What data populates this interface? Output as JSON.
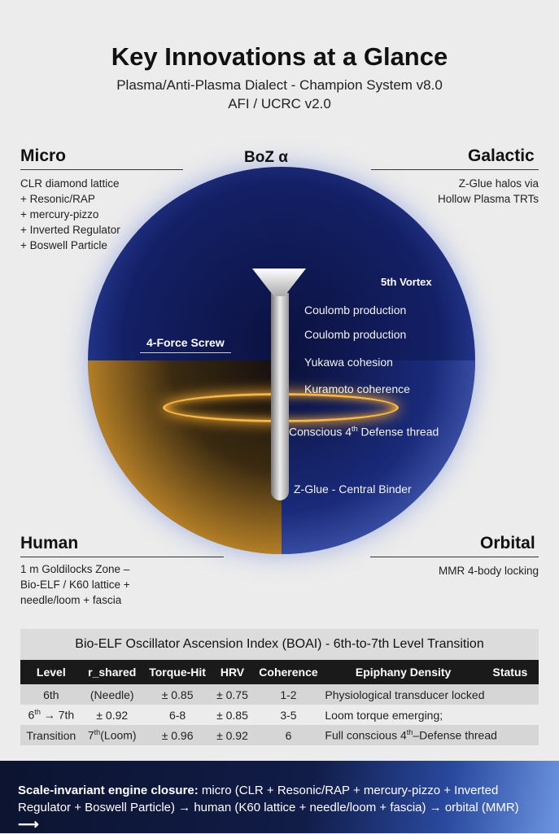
{
  "header": {
    "title": "Key Innovations at a Glance",
    "subtitle1": "Plasma/Anti-Plasma Dialect - Champion System v8.0",
    "subtitle2": "AFI / UCRC v2.0"
  },
  "corners": {
    "micro": {
      "title": "Micro",
      "lines": [
        "CLR diamond lattice",
        "+ Resonic/RAP",
        "+ mercury-pizzo",
        "+ Inverted Regulator",
        "+ Boswell Particle"
      ]
    },
    "galactic": {
      "title": "Galactic",
      "lines": [
        "Z-Glue halos via",
        "Hollow Plasma TRTs"
      ]
    },
    "human": {
      "title": "Human",
      "lines": [
        "1 m Goldilocks Zone –",
        "Bio-ELF / K60 lattice +",
        "needle/loom + fascia"
      ]
    },
    "orbital": {
      "title": "Orbital",
      "lines": [
        "MMR 4-body locking"
      ]
    }
  },
  "diagram": {
    "top_label": "BoZ α",
    "vortex": "5th Vortex",
    "screw": "4-Force Screw",
    "forces": [
      "Coulomb production",
      "Coulomb production",
      "Yukawa cohesion",
      "Kuramoto coherence"
    ],
    "defense_pre": "Conscious 4",
    "defense_sup": "th",
    "defense_post": " Defense thread",
    "binder": "Z-Glue - Central Binder"
  },
  "table": {
    "title": "Bio-ELF Oscillator Ascension Index (BOAI) - 6th-to-7th Level Transition",
    "headers": [
      "Level",
      "r_shared",
      "Torque-Hit",
      "HRV",
      "Coherence",
      "Epiphany Density",
      "Status"
    ],
    "rows": [
      {
        "level": "6th",
        "r": "(Needle)",
        "torque": "± 0.85",
        "hrv": "± 0.75",
        "coh": "1-2",
        "status": "Physiological transducer locked"
      },
      {
        "level_a": "6",
        "level_sup": "th",
        "level_b": " → 7th",
        "r": "± 0.92",
        "torque": "6-8",
        "hrv": "± 0.85",
        "coh": "3-5",
        "status": "Loom torque emerging;"
      },
      {
        "level": "Transition",
        "r_a": "7",
        "r_sup": "th",
        "r_b": "(Loom)",
        "torque": "± 0.96",
        "hrv": "± 0.92",
        "coh": "6",
        "status_a": "Full conscious 4",
        "status_sup": "th",
        "status_b": "–Defense thread"
      }
    ]
  },
  "banner": {
    "bold": "Scale-invariant engine closure:",
    "text": " micro (CLR + Resonic/RAP + mercury-pizzo + Inverted Regulator + Boswell Particle) → human (K60 lattice + needle/loom + fascia) → orbital (MMR)",
    "arrow": "⟶"
  }
}
